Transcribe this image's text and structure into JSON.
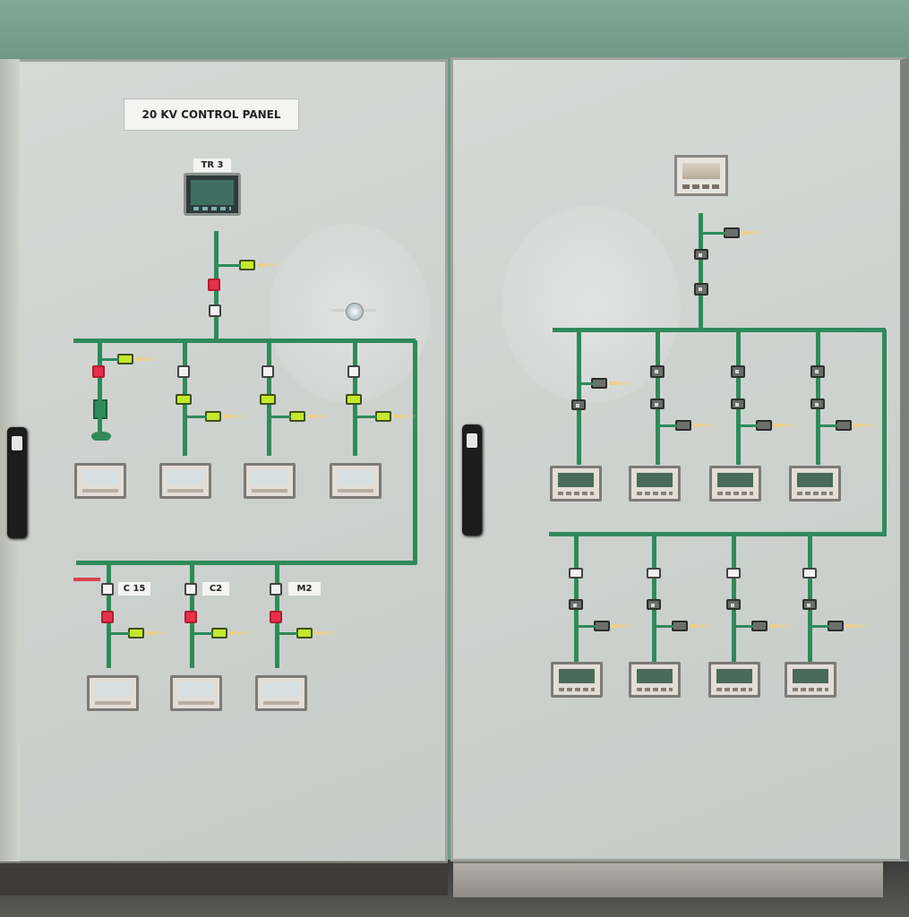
{
  "photo": {
    "panel_title": "20 KV CONTROL PANEL",
    "transformer_label": "TR 3",
    "feeder_labels": [
      "C 15",
      "C2",
      "M2"
    ]
  },
  "colors": {
    "cabinet": "#d1d5d2",
    "busbar": "#2f8a5a",
    "breaker_closed": "#e8304c",
    "indicator": "#c5e82c",
    "wall": "#6f9a84"
  }
}
